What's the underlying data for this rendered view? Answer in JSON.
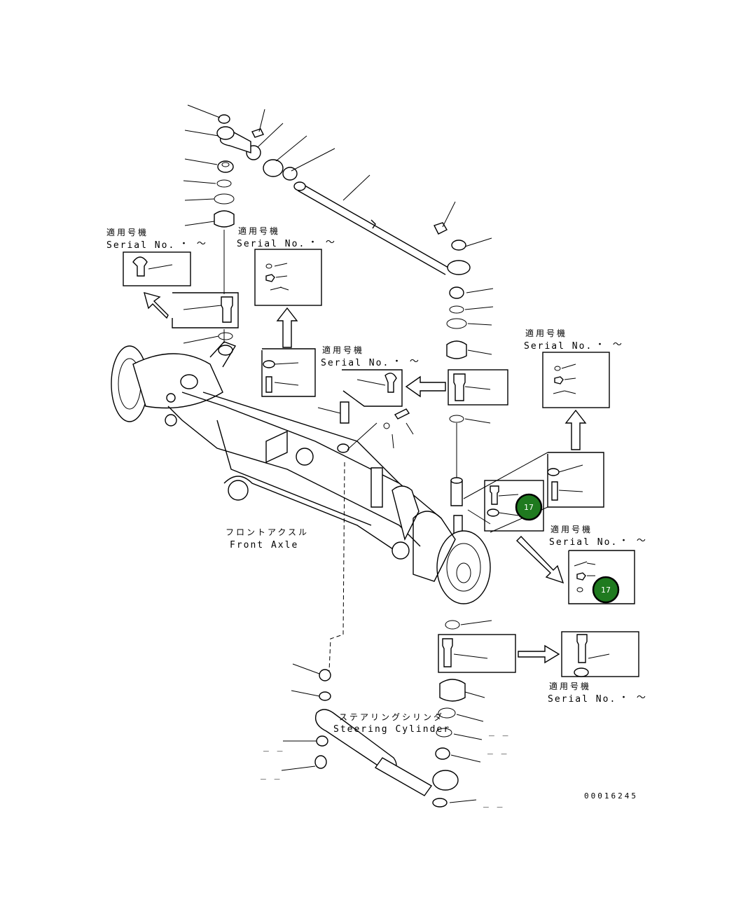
{
  "serial_label_jp": "適用号機",
  "serial_label_en": "Serial No.",
  "serial_marks": "・ 〜",
  "front_axle_jp": "フロントアクスル",
  "front_axle_en": "Front Axle",
  "steering_cylinder_jp": "ステアリングシリンダ",
  "steering_cylinder_en": "Steering Cylinder",
  "badge_value": "17",
  "badge_color": "#1f7a1f",
  "drawing_number": "00016245",
  "dash_mark": "_ _"
}
